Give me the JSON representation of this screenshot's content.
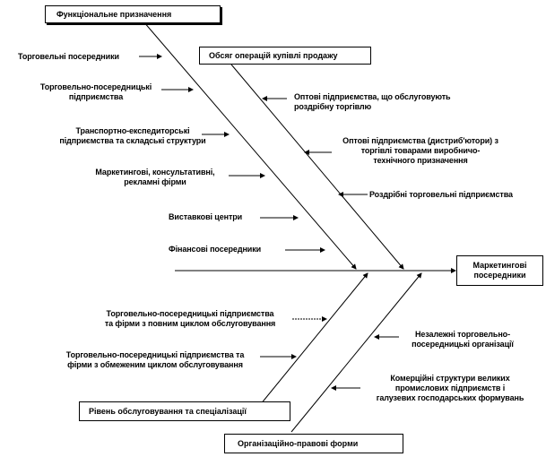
{
  "categories": {
    "functional": "Функціональне призначення",
    "volume": "Обсяг операцій купівлі продажу",
    "service": "Рівень обслуговування та спеціалізації",
    "legal": "Організаційно-правові форми"
  },
  "effect": {
    "line1": "Маркетингові",
    "line2": "посередники"
  },
  "functional_items": [
    "Торговельні посередники",
    "Торговельно-посередницькі підприємства",
    "Транспортно-експедиторські підприємства та складські структури",
    "Маркетингові, консультативні, рекламні фірми",
    "Виставкові центри",
    "Фінансові посередники"
  ],
  "functional_lines": {
    "i1a": "Торговельні посередники",
    "i2a": "Торговельно-посередницькі",
    "i2b": "підприємства",
    "i3a": "Транспортно-експедиторські",
    "i3b": "підприємства та складські структури",
    "i4a": "Маркетингові, консультативні,",
    "i4b": "рекламні фірми",
    "i5a": "Виставкові центри",
    "i6a": "Фінансові посередники"
  },
  "volume_lines": {
    "v1a": "Оптові підприємства, що обслуговують",
    "v1b": "роздрібну торгівлю",
    "v2a": "Оптові підприємства (дистриб'ютори) з",
    "v2b": "торгівлі товарами виробничо-",
    "v2c": "технічного призначення",
    "v3a": "Роздрібні торговельні підприємства"
  },
  "service_lines": {
    "s1a": "Торговельно-посередницькі підприємства",
    "s1b": "та фірми з повним циклом обслуговування",
    "s2a": "Торговельно-посередницькі підприємства та",
    "s2b": "фірми з обмеженим циклом обслуговування"
  },
  "legal_lines": {
    "l1a": "Незалежні торговельно-",
    "l1b": "посередницькі організації",
    "l2a": "Комерційні структури великих",
    "l2b": "промислових підприємств і",
    "l2c": "галузевих господарських формувань"
  }
}
